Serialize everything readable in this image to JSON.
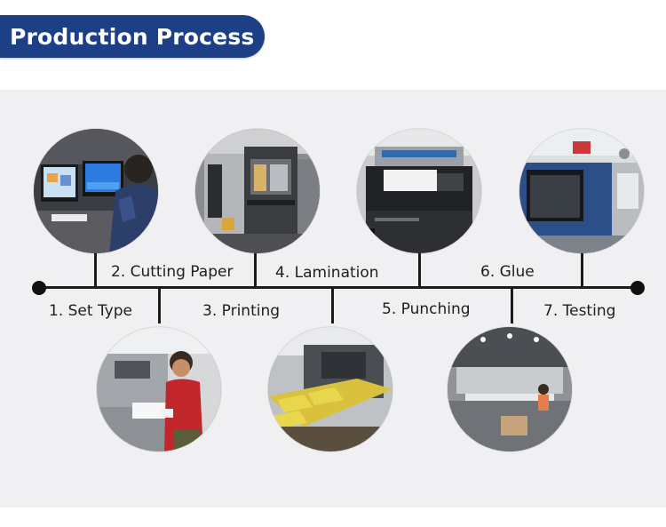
{
  "header": {
    "title": "Production Process"
  },
  "colors": {
    "banner": "#1c3f86",
    "panel": "#f0f0f2",
    "line": "#1c1c1c"
  },
  "steps": [
    {
      "number": 1,
      "label": "1. Set Type",
      "photo_icon": "computer-workstation-icon"
    },
    {
      "number": 2,
      "label": "2. Cutting Paper",
      "photo_icon": "paper-cutting-machine-icon"
    },
    {
      "number": 3,
      "label": "3. Printing",
      "photo_icon": "printing-press-icon"
    },
    {
      "number": 4,
      "label": "4. Lamination",
      "photo_icon": "laminating-machine-icon"
    },
    {
      "number": 5,
      "label": "5. Punching",
      "photo_icon": "die-cutting-machine-icon"
    },
    {
      "number": 6,
      "label": "6. Glue",
      "photo_icon": "gluing-machine-icon"
    },
    {
      "number": 7,
      "label": "7. Testing",
      "photo_icon": "factory-floor-icon"
    }
  ]
}
